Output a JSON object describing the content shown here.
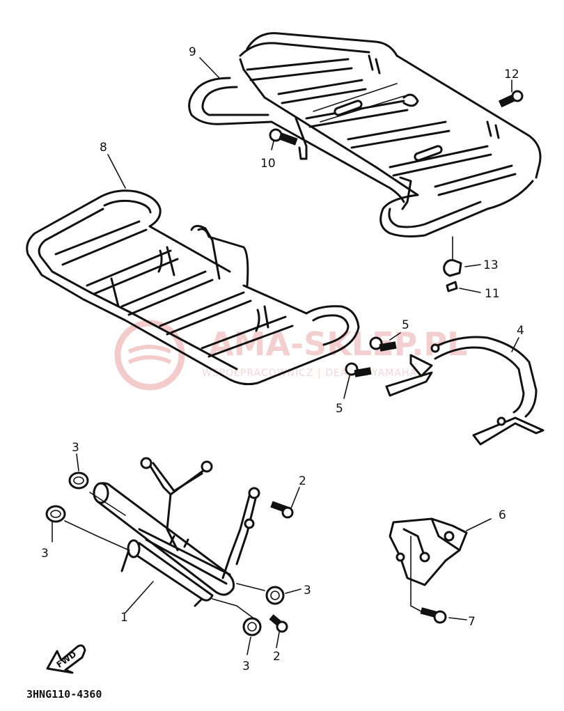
{
  "diagram": {
    "part_code": "3HNG110-4360",
    "fwd_label": "FWD",
    "callouts": [
      {
        "id": "c9",
        "label": "9"
      },
      {
        "id": "c12",
        "label": "12"
      },
      {
        "id": "c10",
        "label": "10"
      },
      {
        "id": "c8",
        "label": "8"
      },
      {
        "id": "c13",
        "label": "13"
      },
      {
        "id": "c11",
        "label": "11"
      },
      {
        "id": "c5a",
        "label": "5"
      },
      {
        "id": "c5b",
        "label": "5"
      },
      {
        "id": "c4",
        "label": "4"
      },
      {
        "id": "c3a",
        "label": "3"
      },
      {
        "id": "c2a",
        "label": "2"
      },
      {
        "id": "c3b",
        "label": "3"
      },
      {
        "id": "c6",
        "label": "6"
      },
      {
        "id": "c3c",
        "label": "3"
      },
      {
        "id": "c1",
        "label": "1"
      },
      {
        "id": "c2b",
        "label": "2"
      },
      {
        "id": "c7",
        "label": "7"
      },
      {
        "id": "c3d",
        "label": "3"
      }
    ]
  },
  "watermark": {
    "main_text": "AMA-SKLEP.PL",
    "sub_text": "WSPÓŁPRACOWNICZ | DEALER YAMAHA",
    "color": "#f0b8b8"
  }
}
